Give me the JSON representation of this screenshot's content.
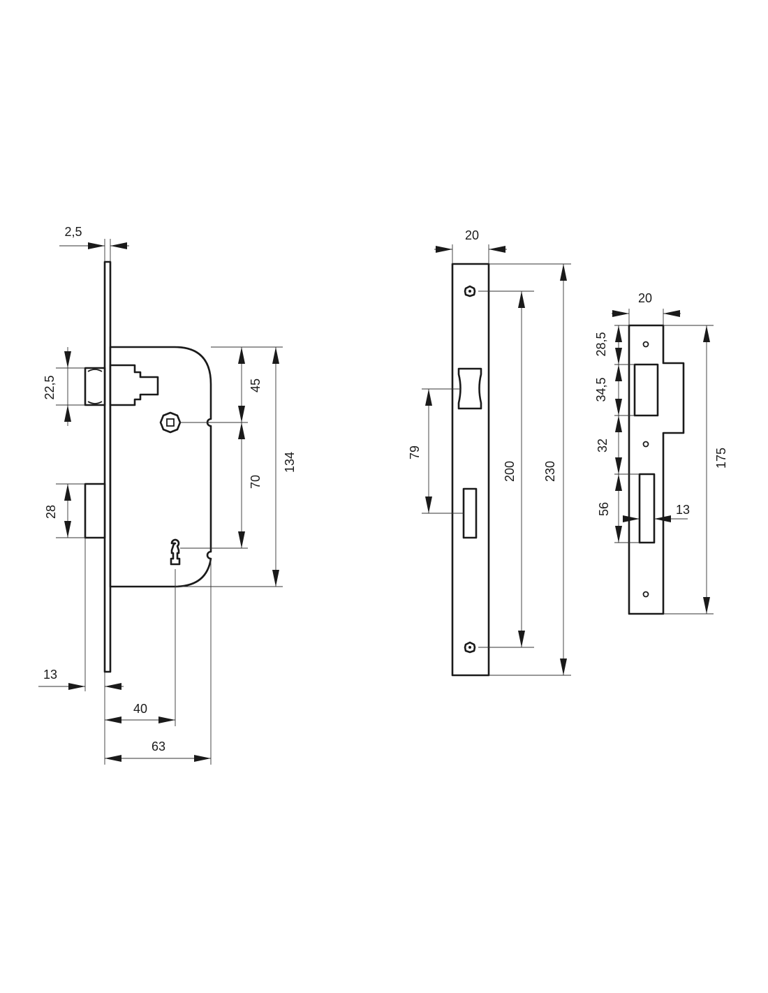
{
  "drawing": {
    "title": "Mortise lock dimension drawing",
    "line_color": "#1a1a1a",
    "background": "#ffffff",
    "lock_body_dimensions": {
      "faceplate_thickness": "2,5",
      "latch_height": "22,5",
      "bolt_height": "28",
      "top_to_follower": "45",
      "follower_to_keyhole": "70",
      "case_height": "134",
      "bolt_projection": "13",
      "backset": "40",
      "case_depth": "63"
    },
    "faceplate_dimensions": {
      "width": "20",
      "latch_to_bolt": "79",
      "screw_centers": "200",
      "length": "230"
    },
    "strike_dimensions": {
      "width": "20",
      "top_to_latch_hole": "28,5",
      "latch_hole_height": "34,5",
      "gap": "32",
      "bolt_hole_height": "56",
      "bolt_hole_width": "13",
      "length": "175"
    }
  }
}
